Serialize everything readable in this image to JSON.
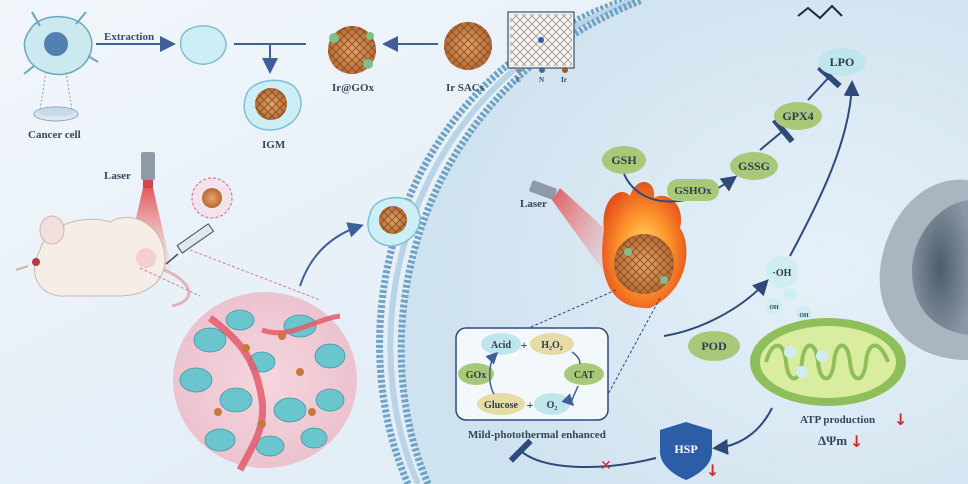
{
  "top_flow": {
    "cancer_cell_label": "Cancer cell",
    "extraction_label": "Extraction",
    "ir_gox_label": "Ir@GOx",
    "ir_sacs_label": "Ir  SACs",
    "igm_label": "IGM",
    "legend": {
      "c": "C",
      "n": "N",
      "ir": "Ir"
    }
  },
  "mouse_panel": {
    "laser_label": "Laser"
  },
  "cell_panel": {
    "laser_label": "Laser",
    "gsh": "GSH",
    "gshox": "GSHOx",
    "gssg": "GSSG",
    "gpx4": "GPX4",
    "lpo": "LPO",
    "oh": "·OH",
    "oh_small": "OH",
    "pod": "POD",
    "hsp": "HSP",
    "atp_production": "ATP production",
    "delta_psi_m": "ΔΨm"
  },
  "cascade": {
    "acid": "Acid",
    "h2o2": "H₂O₂",
    "cat": "CAT",
    "gox": "GOx",
    "glucose": "Glucose",
    "o2": "O₂",
    "plus": "+",
    "caption": "Mild-photothermal enhanced"
  },
  "colors": {
    "membrane": "#7fb2d4",
    "node_green": "#a9c97a",
    "node_cyan": "#bfe6ec",
    "arrow": "#3f5f9a",
    "hsp_blue": "#2c5ea8",
    "down_red": "#d12a2a"
  }
}
